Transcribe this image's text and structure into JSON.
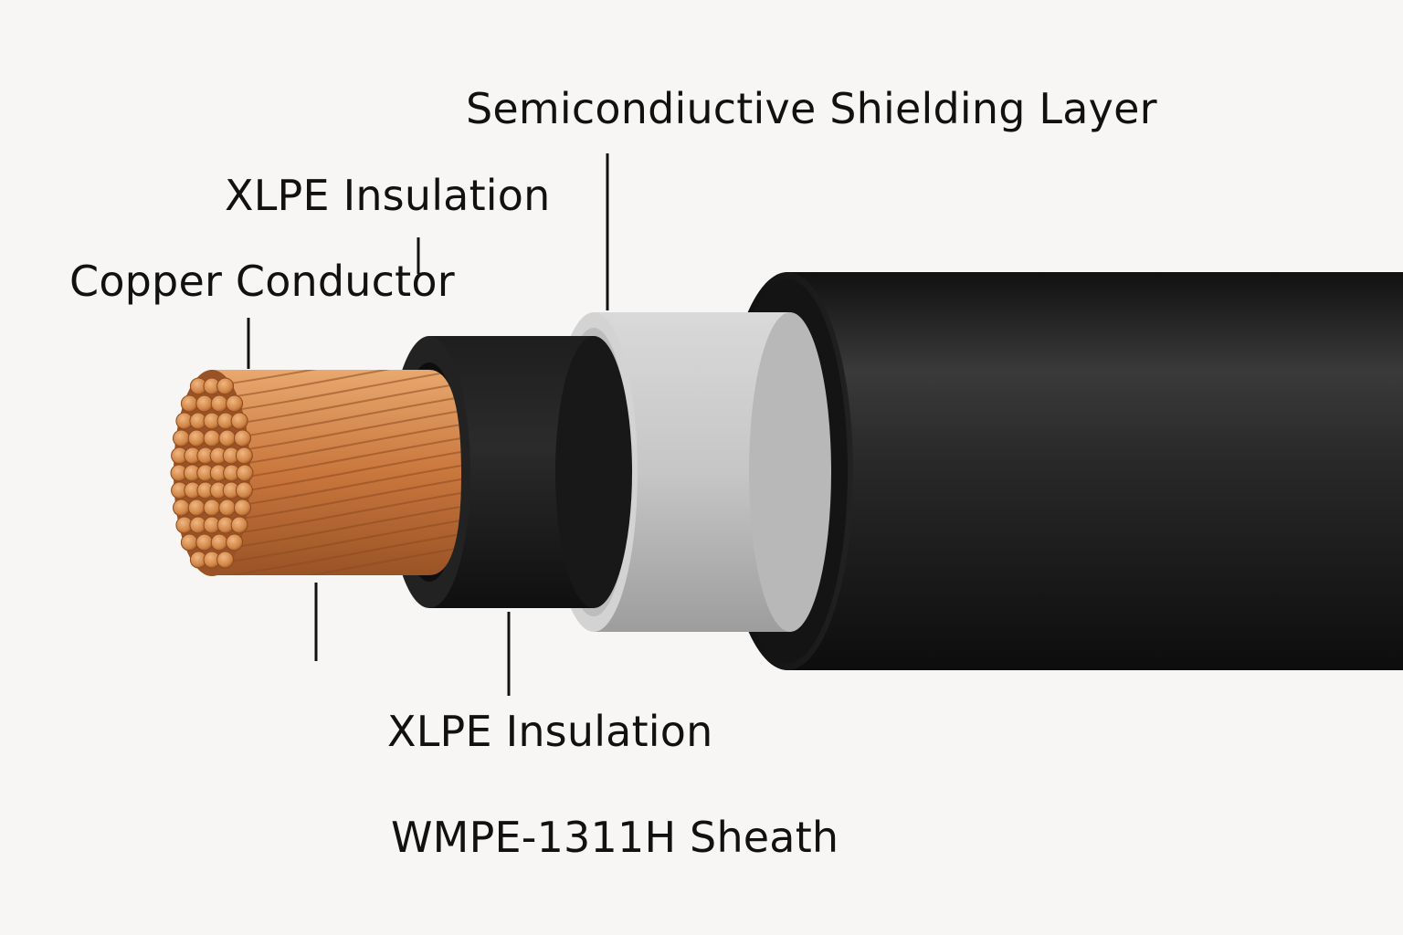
{
  "labels": {
    "semiconductive_shield": "Semicondiuctive Shielding Layer",
    "xlpe_insulation_top": "XLPE Insulation",
    "copper_conductor": "Copper Conductor",
    "xlpe_insulation_bottom": "XLPE Insulation",
    "sheath": "WMPE-1311H Sheath"
  },
  "colors": {
    "background": "#f7f6f4",
    "copper": "#c9773d",
    "copper_light": "#e3a36b",
    "copper_dark": "#8e4a1e",
    "inner_insulation": "#151515",
    "shield": "#c4c4c4",
    "sheath": "#1a1a1a",
    "leader_line": "#111111"
  }
}
